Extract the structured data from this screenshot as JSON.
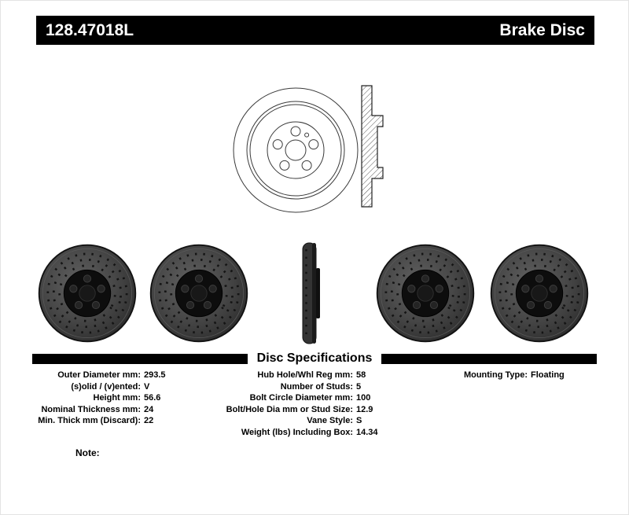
{
  "header": {
    "part_number": "128.47018L",
    "title": "Brake Disc"
  },
  "colors": {
    "header_bg": "#000000",
    "header_text": "#ffffff",
    "rule_color": "#000000",
    "body_text": "#000000"
  },
  "specs": {
    "section_title": "Disc Specifications",
    "left_column": [
      {
        "label": "Outer Diameter mm:",
        "value": "293.5"
      },
      {
        "label": "(s)olid / (v)ented:",
        "value": "V"
      },
      {
        "label": "Height mm:",
        "value": "56.6"
      },
      {
        "label": "Nominal Thickness mm:",
        "value": "24"
      },
      {
        "label": "Min. Thick mm (Discard):",
        "value": "22"
      }
    ],
    "middle_column": [
      {
        "label": "Hub Hole/Whl Reg mm:",
        "value": "58"
      },
      {
        "label": "Number of Studs:",
        "value": "5"
      },
      {
        "label": "Bolt Circle Diameter mm:",
        "value": "100"
      },
      {
        "label": "Bolt/Hole Dia mm or Stud Size:",
        "value": "12.9"
      },
      {
        "label": "Vane Style:",
        "value": "S"
      },
      {
        "label": "Weight (lbs) Including Box:",
        "value": "14.34"
      }
    ],
    "right_column": [
      {
        "label": "Mounting Type:",
        "value": "Floating"
      }
    ]
  },
  "footer": {
    "note_label": "Note:"
  }
}
